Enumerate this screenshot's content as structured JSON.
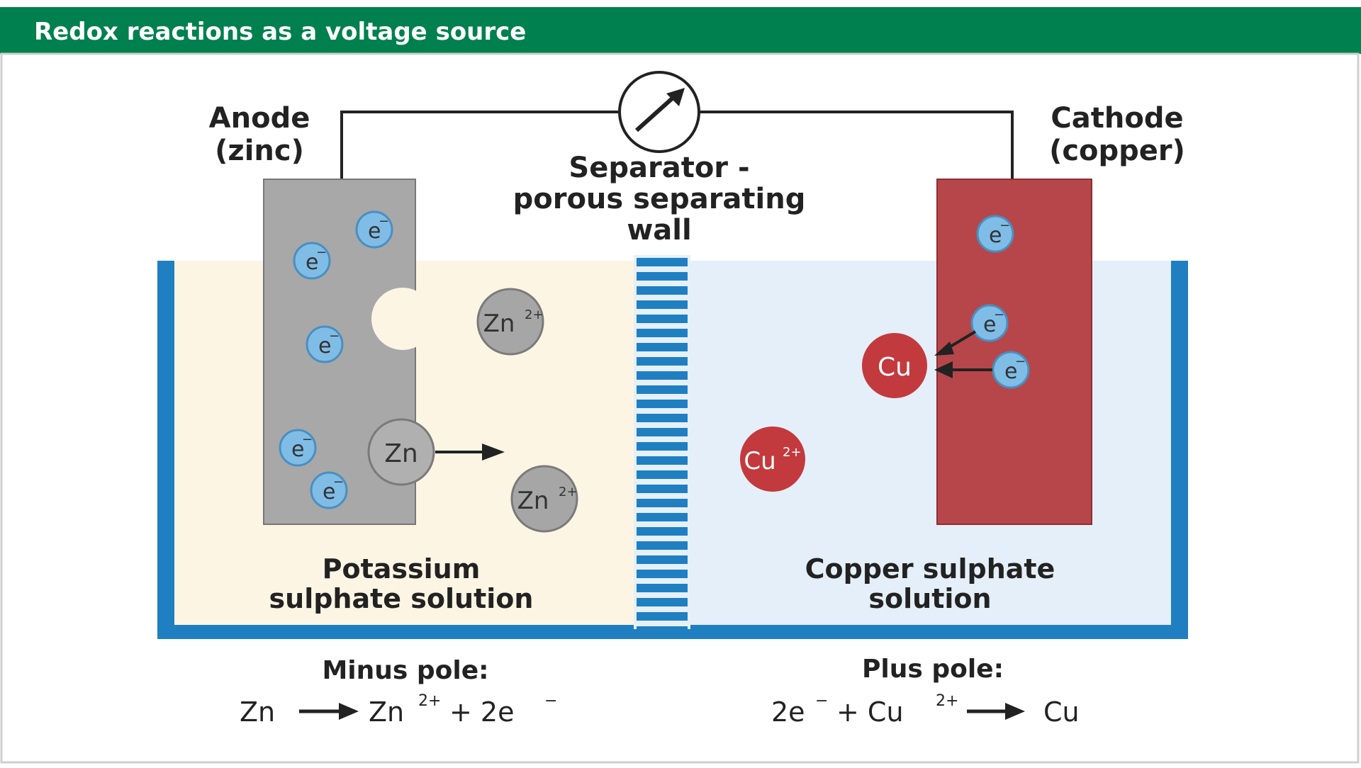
{
  "header": {
    "title": "Redox reactions as a voltage source",
    "bg_color": "#00804f"
  },
  "labels": {
    "anode_line1": "Anode",
    "anode_line2": "(zinc)",
    "cathode_line1": "Cathode",
    "cathode_line2": "(copper)",
    "separator_line1": "Separator -",
    "separator_line2": "porous separating",
    "separator_line3": "wall",
    "left_solution_line1": "Potassium",
    "left_solution_line2": "sulphate solution",
    "right_solution_line1": "Copper sulphate",
    "right_solution_line2": "solution",
    "minus_pole": "Minus pole:",
    "plus_pole": "Plus pole:"
  },
  "particles": {
    "electron": "e",
    "electron_charge": "−",
    "zinc_atom": "Zn",
    "zinc_ion": "Zn",
    "zinc_ion_charge": "2+",
    "copper_atom": "Cu",
    "copper_ion": "Cu",
    "copper_ion_charge": "2+"
  },
  "equations": {
    "minus": {
      "a": "Zn",
      "b": "Zn",
      "b_charge": "2+",
      "c": "+ 2e",
      "c_charge": "−"
    },
    "plus": {
      "a": "2e",
      "a_charge": "−",
      "b": "+ Cu",
      "b_charge": "2+",
      "c": "Cu"
    }
  },
  "colors": {
    "container_border": "#1f7fc1",
    "left_solution": "#fdf5e4",
    "right_solution": "#e5eff9",
    "separator_blue": "#1f7fc1",
    "zinc_electrode": "#a8a8a8",
    "copper_electrode": "#b6464a",
    "electron": "#7fbde7",
    "zinc_particle": "#a6a6a6",
    "copper_particle": "#c23a3d"
  }
}
